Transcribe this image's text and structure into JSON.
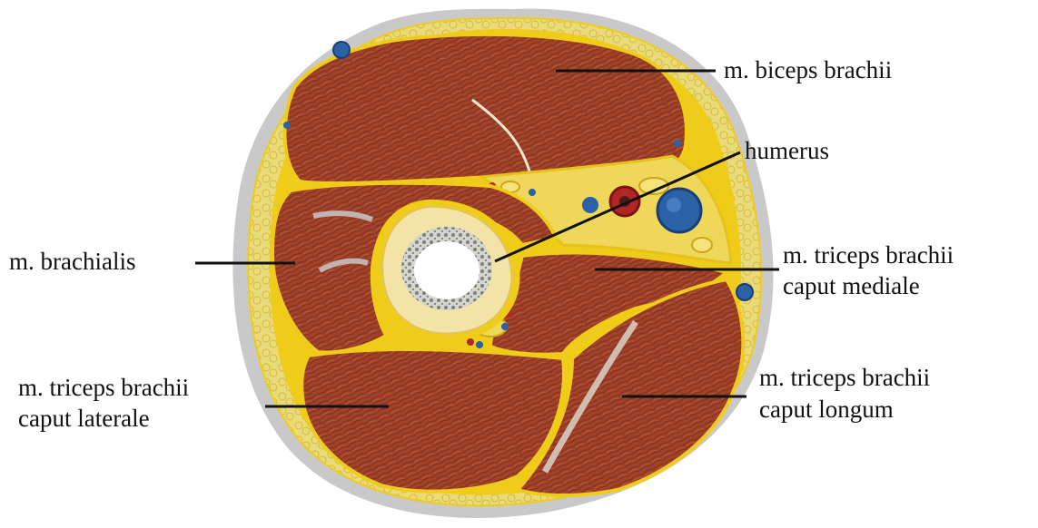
{
  "labels": {
    "biceps": "m. biceps brachii",
    "humerus": "humerus",
    "brachialis": "m. brachialis",
    "triceps_mediale_1": "m. triceps brachii",
    "triceps_mediale_2": "caput mediale",
    "triceps_laterale_1": "m. triceps brachii",
    "triceps_laterale_2": "caput laterale",
    "triceps_longum_1": "m. triceps brachii",
    "triceps_longum_2": "caput longum"
  },
  "colors": {
    "skin": "#c9c9c9",
    "fat": "#eadb7a",
    "fascia": "#f0cc1a",
    "muscle": "#a2422a",
    "muscle_dark": "#7d2f1c",
    "bone_cortex": "#f3e3a6",
    "marrow": "#ffffff",
    "vein": "#2b62a6",
    "artery": "#b32626",
    "nerve": "#efd75a"
  }
}
